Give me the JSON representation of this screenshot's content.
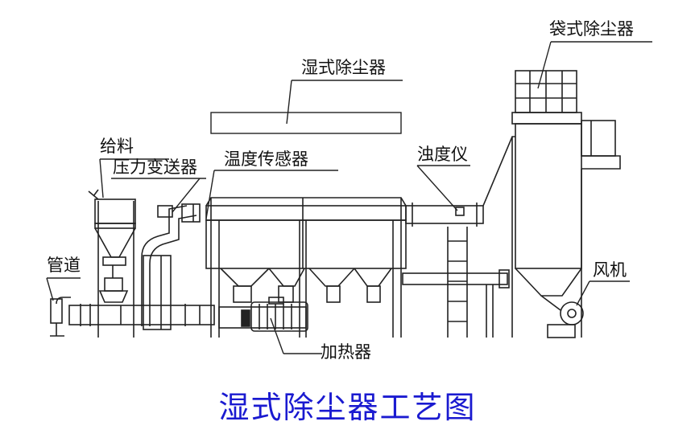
{
  "labels": {
    "bag_filter": "袋式除尘器",
    "wet_scrubber": "湿式除尘器",
    "feed": "给料",
    "pressure_transmitter": "压力变送器",
    "temperature_sensor": "温度传感器",
    "turbidimeter": "浊度仪",
    "pipeline": "管道",
    "fan": "风机",
    "heater": "加热器"
  },
  "caption": "湿式除尘器工艺图",
  "colors": {
    "line": "#222222",
    "caption": "#1a1ad0",
    "background": "#ffffff"
  }
}
